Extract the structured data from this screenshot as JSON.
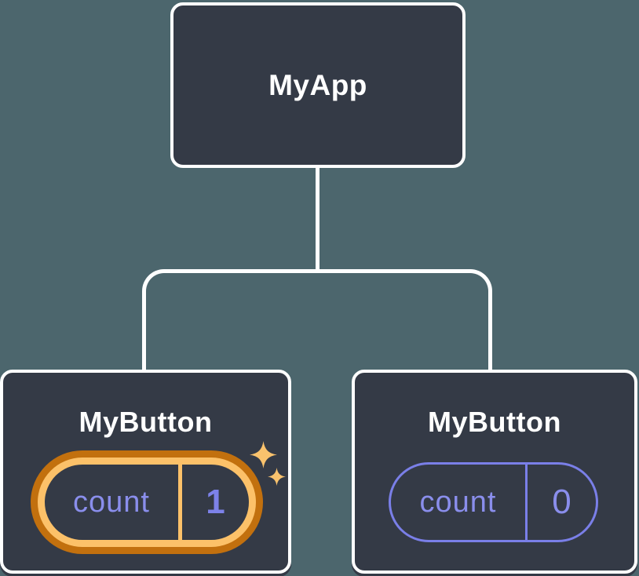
{
  "diagram": {
    "type": "component-tree",
    "root_node": {
      "label": "MyApp"
    },
    "child_nodes": [
      {
        "label": "MyButton",
        "state_name": "count",
        "state_value": "1",
        "highlighted": true
      },
      {
        "label": "MyButton",
        "state_name": "count",
        "state_value": "0",
        "highlighted": false
      }
    ]
  },
  "icons": [
    {
      "name": "sparkle-large-icon",
      "meaning": "state-updated sparkle"
    },
    {
      "name": "sparkle-small-icon",
      "meaning": "state-updated sparkle"
    }
  ],
  "colors": {
    "background": "#4c666d",
    "node_fill": "#343a46",
    "node_border": "#ffffff",
    "connector": "#ffffff",
    "state_text_purple": "#8a8eec",
    "state_value_purple": "#7d82e9",
    "pill_outline_purple": "#7a7fe8",
    "highlight_ring_outer_orange": "#c2700e",
    "highlight_ring_inner_orange": "#fcc169",
    "sparkle_orange": "#f9c26d"
  }
}
